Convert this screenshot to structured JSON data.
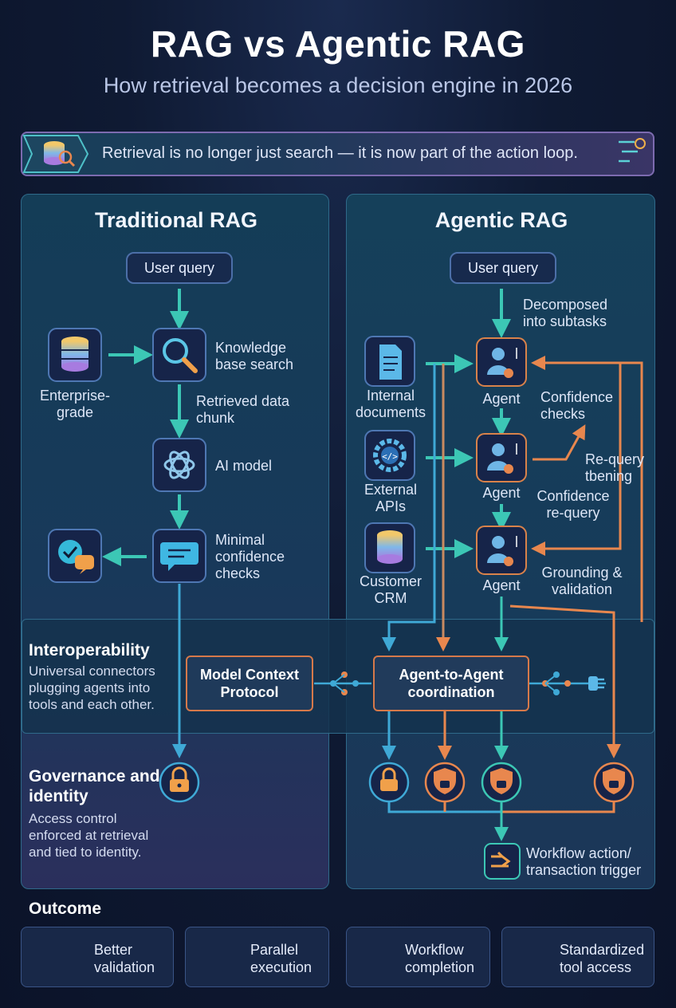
{
  "title": "RAG vs Agentic RAG",
  "subtitle": "How retrieval becomes a decision engine in 2026",
  "banner": "Retrieval is no longer just search — it is now part of the action loop.",
  "traditional": {
    "heading": "Traditional RAG",
    "user_query": "User query",
    "enterprise_label": "Enterprise-grade",
    "kb_search": "Knowledge base search",
    "retrieved": "Retrieved data chunk",
    "ai_model": "AI model",
    "minimal": "Minimal confidence checks"
  },
  "agentic": {
    "heading": "Agentic RAG",
    "user_query": "User query",
    "decomposed": "Decomposed into subtasks",
    "internal_docs": "Internal documents",
    "external_apis": "External APIs",
    "customer_crm": "Customer CRM",
    "agent": "Agent",
    "confidence_checks": "Confidence checks",
    "requery": "Re-query tbening",
    "confidence_requery": "Confidence re-query",
    "grounding": "Grounding & validation",
    "workflow_action": "Workflow action/ transaction trigger"
  },
  "interoperability": {
    "heading": "Interoperability",
    "body": "Universal connectors plugging agents into tools and each other.",
    "mcp": "Model Context Protocol",
    "a2a": "Agent-to-Agent coordination"
  },
  "governance": {
    "heading": "Governance and identity",
    "body": "Access control enforced at retrieval and tied to identity."
  },
  "outcome": {
    "heading": "Outcome",
    "cards": [
      "Better validation",
      "Parallel execution",
      "Workflow completion",
      "Standardized tool access"
    ]
  },
  "colors": {
    "blue": "#3fa9d6",
    "teal": "#3cc7b5",
    "orange": "#e8874e",
    "banner_border": "#7d6bb0"
  }
}
